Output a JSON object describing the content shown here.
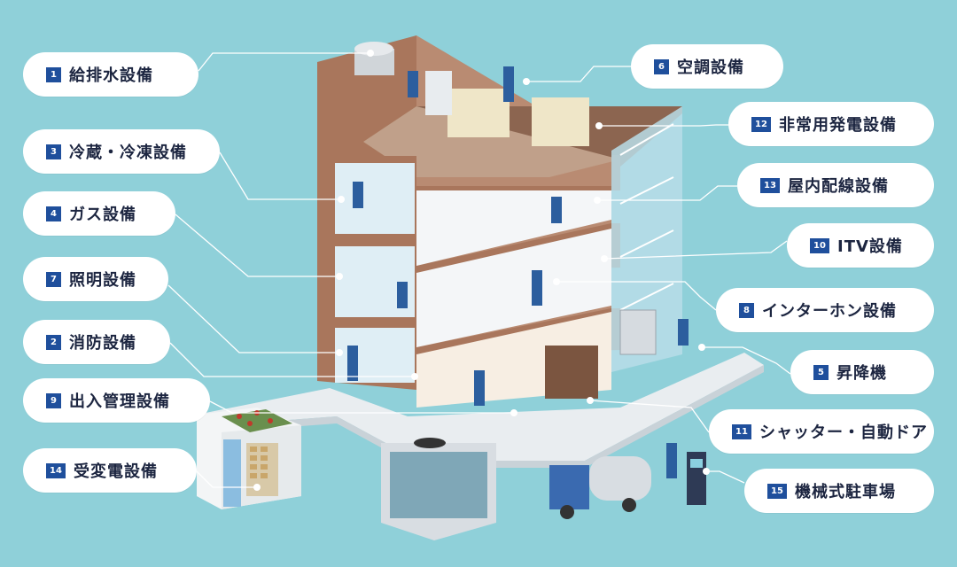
{
  "colors": {
    "background": "#8fd0d9",
    "badge": "#1f4f9c",
    "building": "#a9765c",
    "label_text": "#1c2540"
  },
  "labels_left": [
    {
      "num": "1",
      "text": "給排水設備"
    },
    {
      "num": "3",
      "text": "冷蔵・冷凍設備"
    },
    {
      "num": "4",
      "text": "ガス設備"
    },
    {
      "num": "7",
      "text": "照明設備"
    },
    {
      "num": "2",
      "text": "消防設備"
    },
    {
      "num": "9",
      "text": "出入管理設備"
    },
    {
      "num": "14",
      "text": "受変電設備"
    }
  ],
  "labels_right": [
    {
      "num": "6",
      "text": "空調設備"
    },
    {
      "num": "12",
      "text": "非常用発電設備"
    },
    {
      "num": "13",
      "text": "屋内配線設備"
    },
    {
      "num": "10",
      "text": "ITV設備"
    },
    {
      "num": "8",
      "text": "インターホン設備"
    },
    {
      "num": "5",
      "text": "昇降機"
    },
    {
      "num": "11",
      "text": "シャッター・自動ドア"
    },
    {
      "num": "15",
      "text": "機械式駐車場"
    }
  ]
}
